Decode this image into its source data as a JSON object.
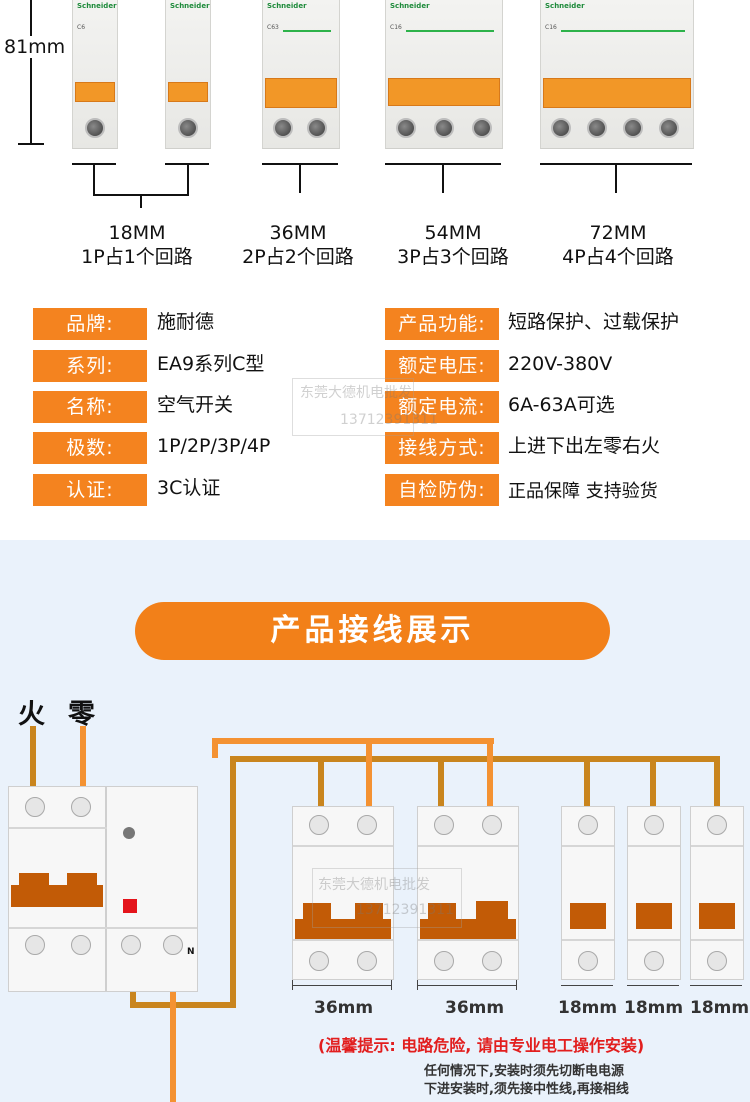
{
  "height_label": "81mm",
  "breakers": [
    {
      "brand": "Schneider",
      "model": "C6",
      "dim": "18MM",
      "desc": "1P占1个回路"
    },
    {
      "brand": "Schneider",
      "model": "C63",
      "dim": "36MM",
      "desc": "2P占2个回路"
    },
    {
      "brand": "Schneider",
      "model": "C16",
      "dim": "54MM",
      "desc": "3P占3个回路"
    },
    {
      "brand": "Schneider",
      "model": "C16",
      "dim": "72MM",
      "desc": "4P占4个回路"
    }
  ],
  "specs_left": [
    {
      "label": "品牌:",
      "value": "施耐德"
    },
    {
      "label": "系列:",
      "value": "EA9系列C型"
    },
    {
      "label": "名称:",
      "value": "空气开关"
    },
    {
      "label": "极数:",
      "value": "1P/2P/3P/4P"
    },
    {
      "label": "认证:",
      "value": "3C认证"
    }
  ],
  "specs_right": [
    {
      "label": "产品功能:",
      "value": "短路保护、过载保护"
    },
    {
      "label": "额定电压:",
      "value": "220V-380V"
    },
    {
      "label": "额定电流:",
      "value": "6A-63A可选"
    },
    {
      "label": "接线方式:",
      "value": "上进下出左零右火"
    },
    {
      "label": "自检防伪:",
      "value": "正品保障  支持验货"
    }
  ],
  "watermark": {
    "company": "东莞大德机电批发",
    "phone": "13712391311"
  },
  "wiring_title": "产品接线展示",
  "live_label": "火",
  "neutral_label": "零",
  "n_mark": "N",
  "widths": [
    "36mm",
    "36mm",
    "18mm",
    "18mm",
    "18mm"
  ],
  "warning_main": "(温馨提示: 电路危险, 请由专业电工操作安装)",
  "warning_sub": [
    "任何情况下,安装时须先切断电电源",
    "下进安装时,须先接中性线,再接相线"
  ],
  "colors": {
    "accent": "#f4831f",
    "wire_brown": "#c9851e",
    "wire_orange": "#f49232",
    "handle_brown": "#c25b06"
  }
}
